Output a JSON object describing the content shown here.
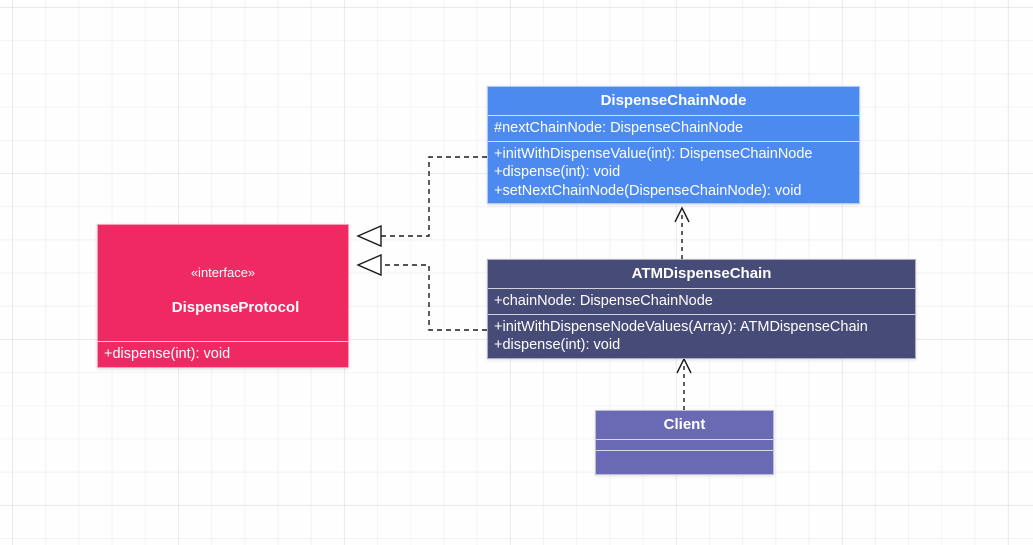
{
  "diagram": {
    "type": "uml-class-diagram",
    "background": "#fefefe",
    "grid": true
  },
  "nodes": [
    {
      "id": "dispensechainnode",
      "name": "DispenseChainNode",
      "stereotype": "",
      "color": "#4d8af0",
      "attributes": [
        "#nextChainNode: DispenseChainNode"
      ],
      "methods": [
        "+initWithDispenseValue(int): DispenseChainNode",
        "+dispense(int): void",
        "+setNextChainNode(DispenseChainNode): void"
      ]
    },
    {
      "id": "dispenseprotocol",
      "name": "DispenseProtocol",
      "stereotype": "«interface»",
      "color": "#ef2a62",
      "attributes": [],
      "methods": [
        "+dispense(int): void"
      ]
    },
    {
      "id": "atmdispensechain",
      "name": "ATMDispenseChain",
      "stereotype": "",
      "color": "#474b78",
      "attributes": [
        "+chainNode: DispenseChainNode"
      ],
      "methods": [
        "+initWithDispenseNodeValues(Array): ATMDispenseChain",
        "+dispense(int): void"
      ]
    },
    {
      "id": "client",
      "name": "Client",
      "stereotype": "",
      "color": "#6a6ab4",
      "attributes": [],
      "methods": []
    }
  ],
  "edges": [
    {
      "id": "realization-dispensechainnode-dispenseprotocol",
      "kind": "realization",
      "from": "DispenseChainNode",
      "to": "DispenseProtocol",
      "style": "dashed",
      "arrowhead": "hollow-triangle"
    },
    {
      "id": "realization-atmdispensechain-dispenseprotocol",
      "kind": "realization",
      "from": "ATMDispenseChain",
      "to": "DispenseProtocol",
      "style": "dashed",
      "arrowhead": "hollow-triangle"
    },
    {
      "id": "dependency-atmdispensechain-dispensechainnode",
      "kind": "dependency",
      "from": "ATMDispenseChain",
      "to": "DispenseChainNode",
      "style": "dashed",
      "arrowhead": "open"
    },
    {
      "id": "dependency-client-atmdispensechain",
      "kind": "dependency",
      "from": "Client",
      "to": "ATMDispenseChain",
      "style": "dashed",
      "arrowhead": "open"
    }
  ]
}
